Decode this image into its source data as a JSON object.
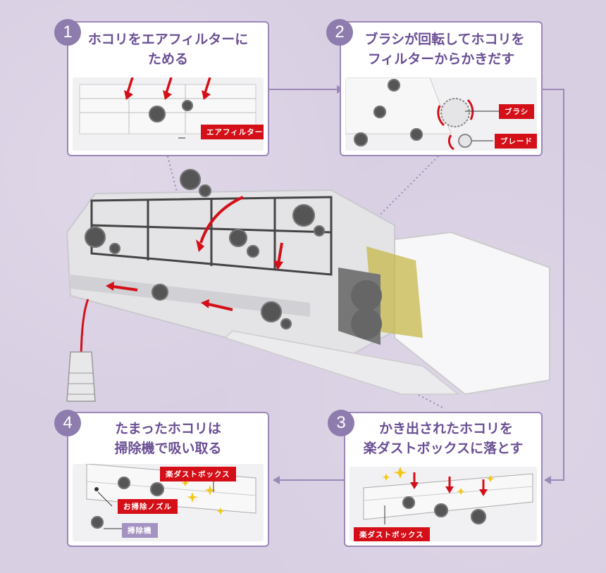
{
  "steps": [
    {
      "number": "1",
      "title_line1": "ホコリをエアフィルターに",
      "title_line2": "ためる",
      "tag": "エアフィルター"
    },
    {
      "number": "2",
      "title_line1": "ブラシが回転してホコリを",
      "title_line2": "フィルターからかきだす",
      "tags": [
        "ブラシ",
        "ブレード"
      ]
    },
    {
      "number": "3",
      "title_line1": "かき出されたホコリを",
      "title_line2": "楽ダストボックスに落とす",
      "tag": "楽ダストボックス"
    },
    {
      "number": "4",
      "title_line1": "たまったホコリは",
      "title_line2": "掃除機で吸い取る",
      "tags": [
        "楽ダストボックス",
        "お掃除ノズル",
        "掃除機"
      ]
    }
  ],
  "colors": {
    "accent_purple": "#8e7cae",
    "title_purple": "#6a4f94",
    "label_red": "#d40f18",
    "label_lavender": "#a493c2"
  }
}
